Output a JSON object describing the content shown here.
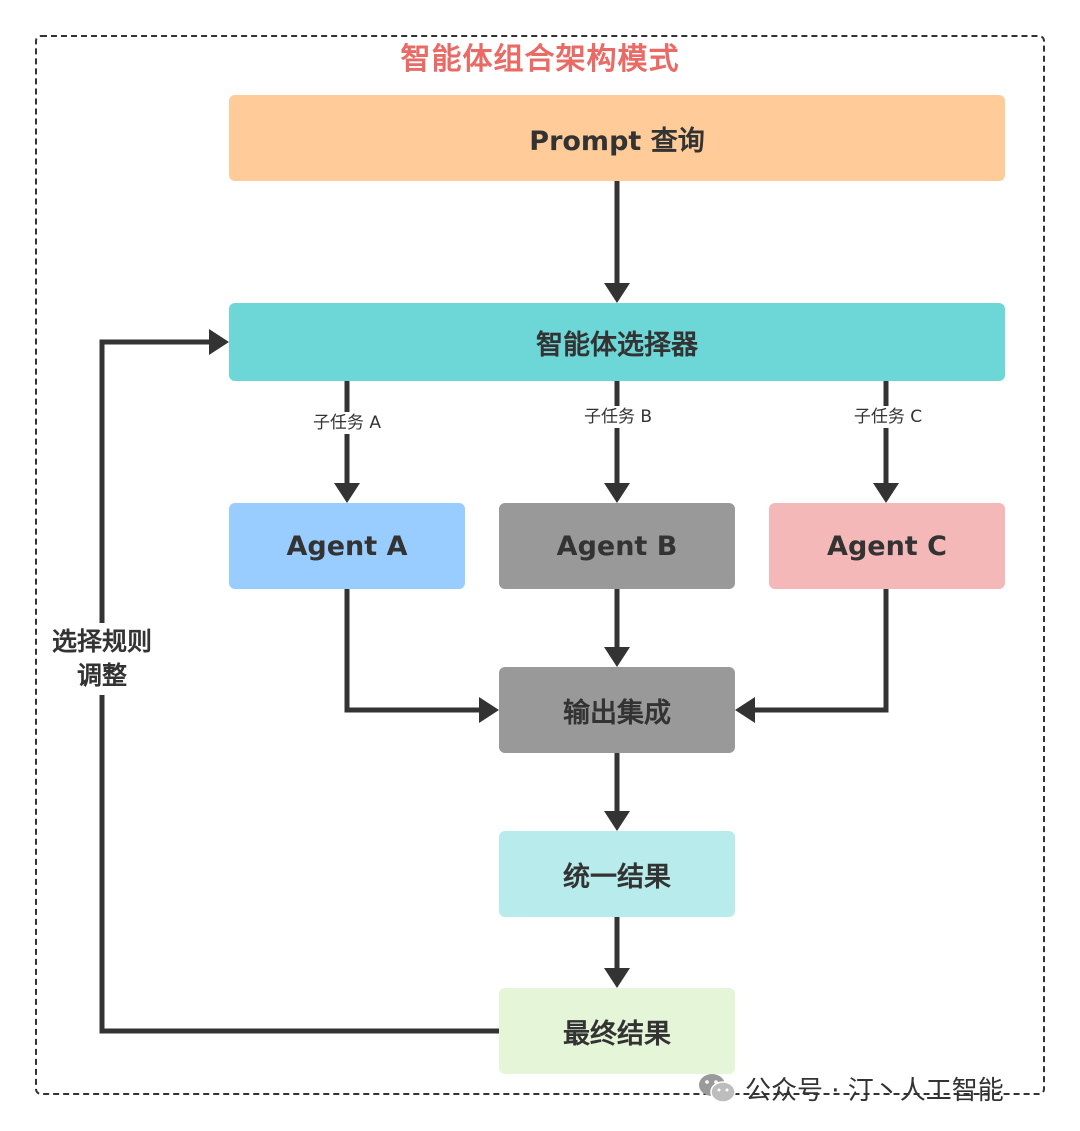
{
  "title": "智能体组合架构模式",
  "nodes": {
    "prompt": "Prompt 查询",
    "selector": "智能体选择器",
    "agent_a": "Agent A",
    "agent_b": "Agent B",
    "agent_c": "Agent C",
    "output": "输出集成",
    "unified": "统一结果",
    "final": "最终结果"
  },
  "edge_labels": {
    "sub_a": "子任务 A",
    "sub_b": "子任务 B",
    "sub_c": "子任务 C"
  },
  "loop_label": {
    "line1": "选择规则",
    "line2": "调整"
  },
  "watermark": "公众号 · 汀丶人工智能",
  "colors": {
    "title": "#ea6b66",
    "prompt": "#ffcc99",
    "selector": "#6dd6d6",
    "agent_a": "#99ccff",
    "agent_b": "#999999",
    "agent_c": "#f4b8b8",
    "output": "#999999",
    "unified": "#b8ebeb",
    "final": "#e4f5d8",
    "arrow": "#333333"
  }
}
